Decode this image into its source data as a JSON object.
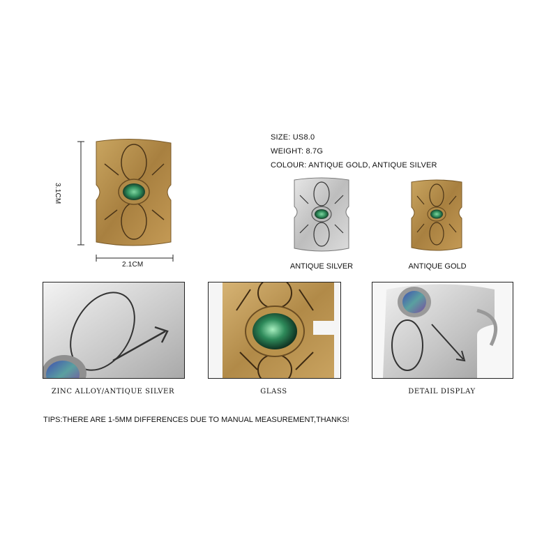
{
  "dimensions": {
    "height_label": "3.1CM",
    "width_label": "2.1CM"
  },
  "specs": {
    "size": "SIZE: US8.0",
    "weight": "WEIGHT: 8.7G",
    "colour": "COLOUR: ANTIQUE GOLD, ANTIQUE SILVER"
  },
  "variants": {
    "silver_label": "ANTIQUE SILVER",
    "gold_label": "ANTIQUE GOLD"
  },
  "details": [
    {
      "caption": "ZINC ALLOY/ANTIQUE SILVER"
    },
    {
      "caption": "GLASS"
    },
    {
      "caption": "DETAIL DISPLAY"
    }
  ],
  "tips": "TIPS:THERE ARE 1-5MM DIFFERENCES DUE TO MANUAL MEASUREMENT,THANKS!",
  "colors": {
    "gold": "#b8934f",
    "gold_dark": "#8a6a34",
    "silver": "#d4d4d4",
    "silver_dark": "#8e8e8e",
    "gem": "#2e8a5a"
  }
}
